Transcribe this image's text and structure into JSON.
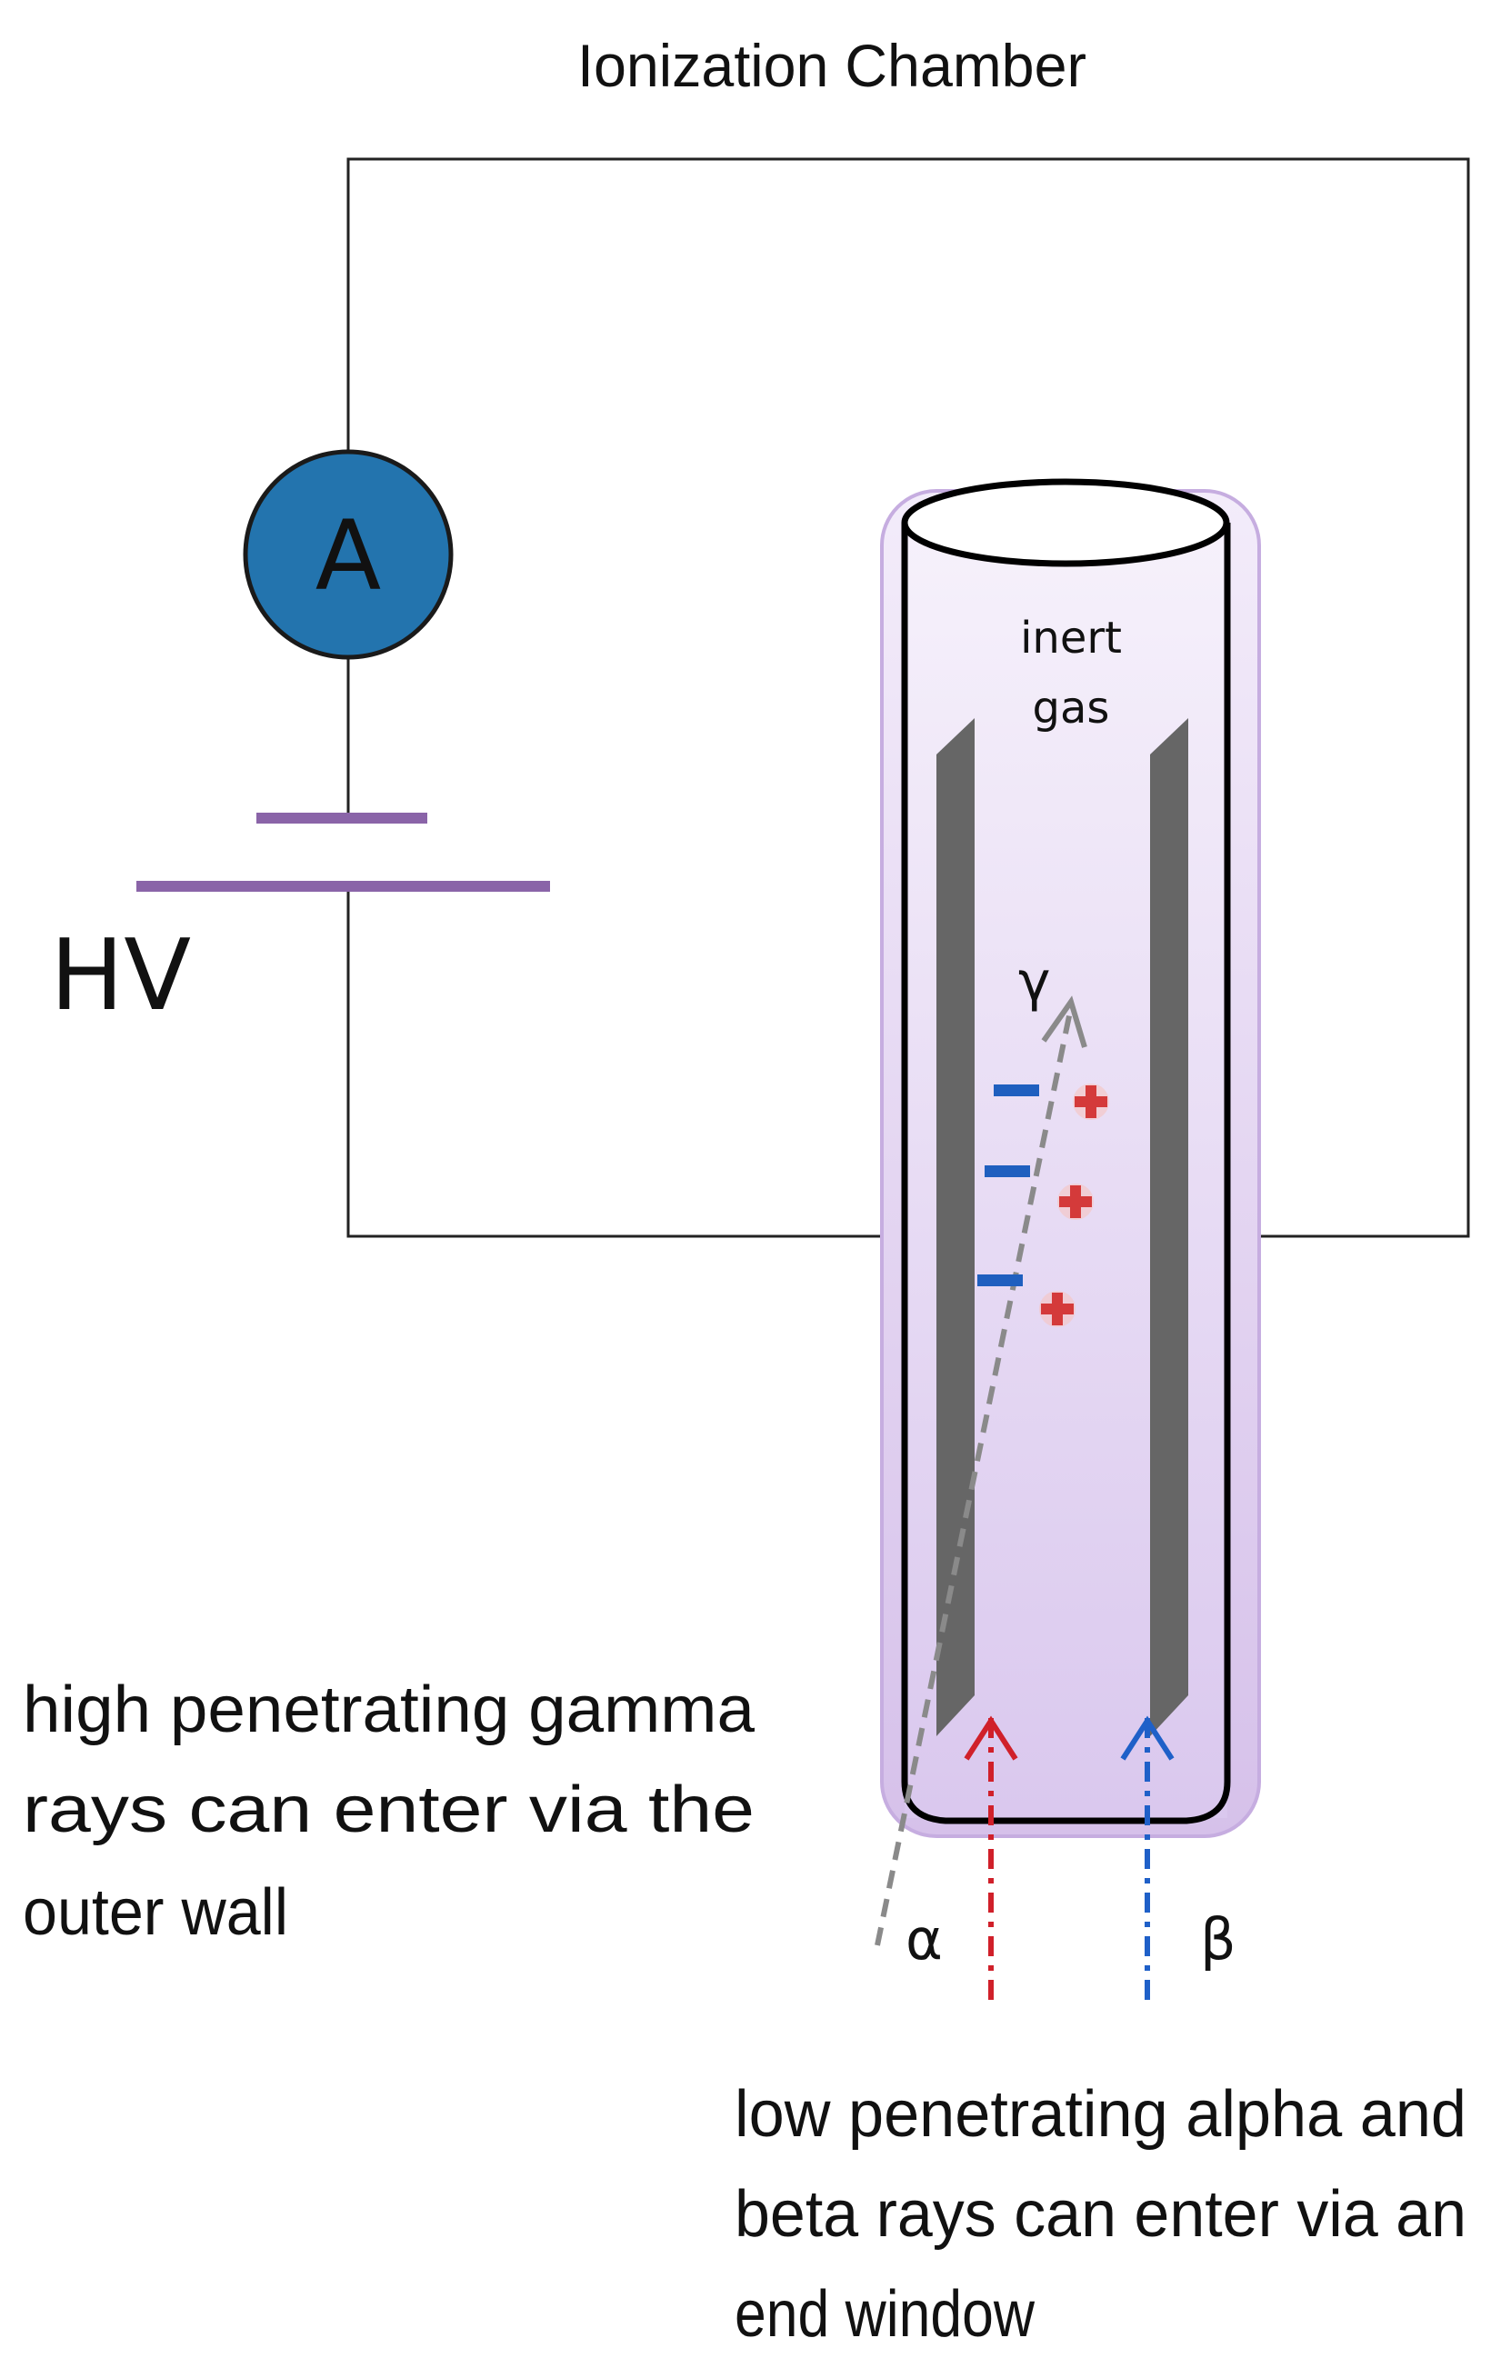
{
  "title": "Ionization Chamber",
  "ammeter": {
    "symbol": "A",
    "fill_color": "#2374ae"
  },
  "battery": {
    "label": "HV",
    "plate_color": "#8a64a8"
  },
  "chamber": {
    "gas_label_line1": "inert",
    "gas_label_line2": "gas",
    "tube_color": "#d9c7ec",
    "electrode_color": "#666666"
  },
  "charges": {
    "negative_symbol": "–",
    "positive_symbol": "+",
    "negative_color": "#1f5fbf",
    "positive_color": "#d43a3a"
  },
  "rays": {
    "gamma_symbol": "γ",
    "alpha_symbol": "α",
    "beta_symbol": "β",
    "gamma_color": "#8a8a8a",
    "alpha_color": "#d0202a",
    "beta_color": "#1f60c8"
  },
  "notes": {
    "gamma_note": [
      "high penetrating gamma",
      "rays can enter via the",
      "outer wall"
    ],
    "alpha_beta_note": [
      "low penetrating alpha and",
      "beta rays can enter via an",
      "end window"
    ]
  }
}
